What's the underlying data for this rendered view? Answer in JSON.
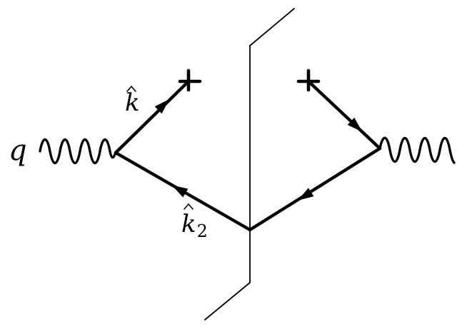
{
  "labels": {
    "photon": "q",
    "quark_momentum": "k",
    "lower_momentum": "k",
    "lower_momentum_subscript": "2"
  }
}
